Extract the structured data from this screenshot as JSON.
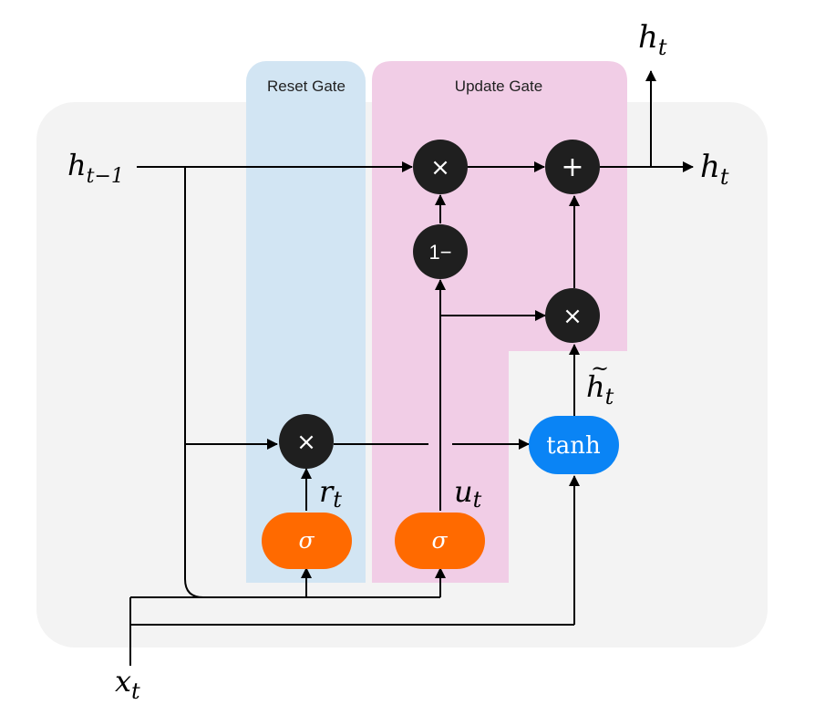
{
  "regions": {
    "reset_gate": "Reset Gate",
    "update_gate": "Update Gate"
  },
  "ops": {
    "multiply": "×",
    "add": "+",
    "one_minus": "1−"
  },
  "nodes": {
    "sigma": "σ",
    "tanh": "tanh"
  },
  "symbols": {
    "h_prev_base": "h",
    "h_prev_sub": "t−1",
    "h_base": "h",
    "t": "t",
    "r_base": "r",
    "u_base": "u",
    "x_base": "x",
    "h_tilde_base": "h",
    "tilde": "~"
  },
  "colors": {
    "background_panel": "#f3f3f3",
    "reset_gate": "#d2e5f3",
    "update_gate": "#f1cde6",
    "sigma_node": "#ff6a00",
    "tanh_node": "#0a84f5",
    "op_node": "#1f1f1f",
    "line": "#000000"
  }
}
